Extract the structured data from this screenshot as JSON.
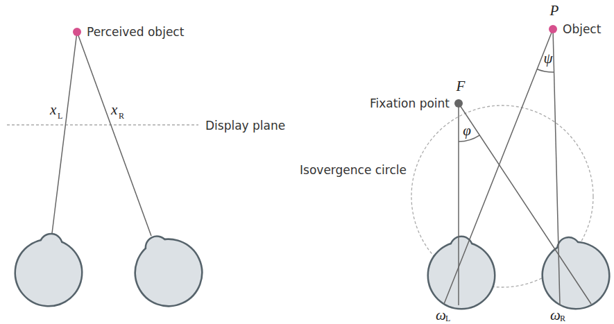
{
  "diagram": {
    "labels": [
      "Perceived object",
      "x",
      "L",
      "x",
      "R",
      "Display plane",
      "P",
      "Object",
      "F",
      "Fixation point",
      "φ",
      "ψ",
      "Isovergence circle",
      "ω",
      "L",
      "ω",
      "R"
    ]
  }
}
